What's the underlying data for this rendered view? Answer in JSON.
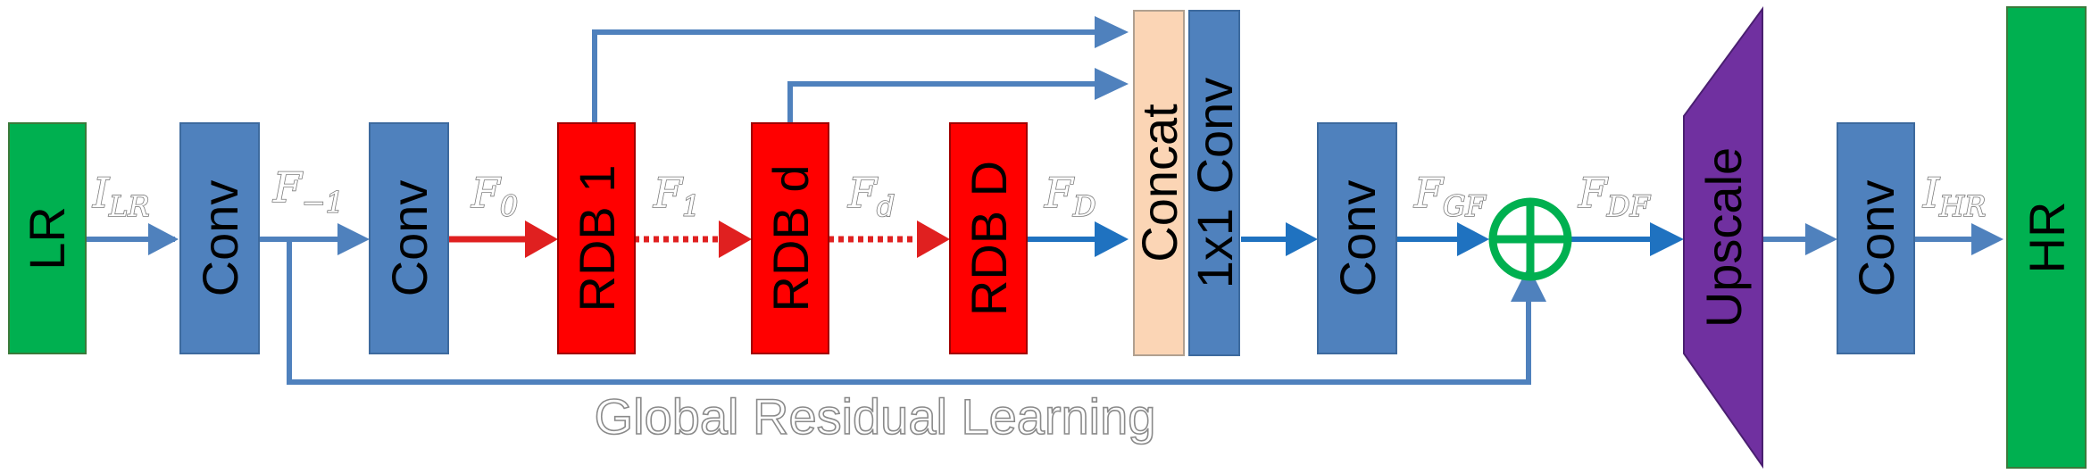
{
  "colors": {
    "green": "#00b050",
    "blue_block": "#4f81bd",
    "red": "#ff0000",
    "peach": "#fbd5b5",
    "purple": "#7030a0",
    "arrow_blue": "#1f72c0",
    "arrow_red": "#e02020",
    "plus_green": "#00b050"
  },
  "blocks": {
    "lr": "LR",
    "conv1": "Conv",
    "conv2": "Conv",
    "rdb1": "RDB 1",
    "rdbd": "RDB d",
    "rdbD": "RDB D",
    "concat": "Concat",
    "conv1x1": "1x1 Conv",
    "conv3": "Conv",
    "upscale": "Upscale",
    "conv4": "Conv",
    "hr": "HR"
  },
  "signals": {
    "i_lr": {
      "main": "I",
      "sub": "LR"
    },
    "f_minus1": {
      "main": "F",
      "sub": "−1"
    },
    "f0": {
      "main": "F",
      "sub": "0"
    },
    "f1": {
      "main": "F",
      "sub": "1"
    },
    "fd": {
      "main": "F",
      "sub": "d"
    },
    "fD": {
      "main": "F",
      "sub": "D"
    },
    "fgf": {
      "main": "F",
      "sub": "GF"
    },
    "fdf": {
      "main": "F",
      "sub": "DF"
    },
    "i_hr": {
      "main": "I",
      "sub": "HR"
    }
  },
  "caption": "Global Residual Learning"
}
